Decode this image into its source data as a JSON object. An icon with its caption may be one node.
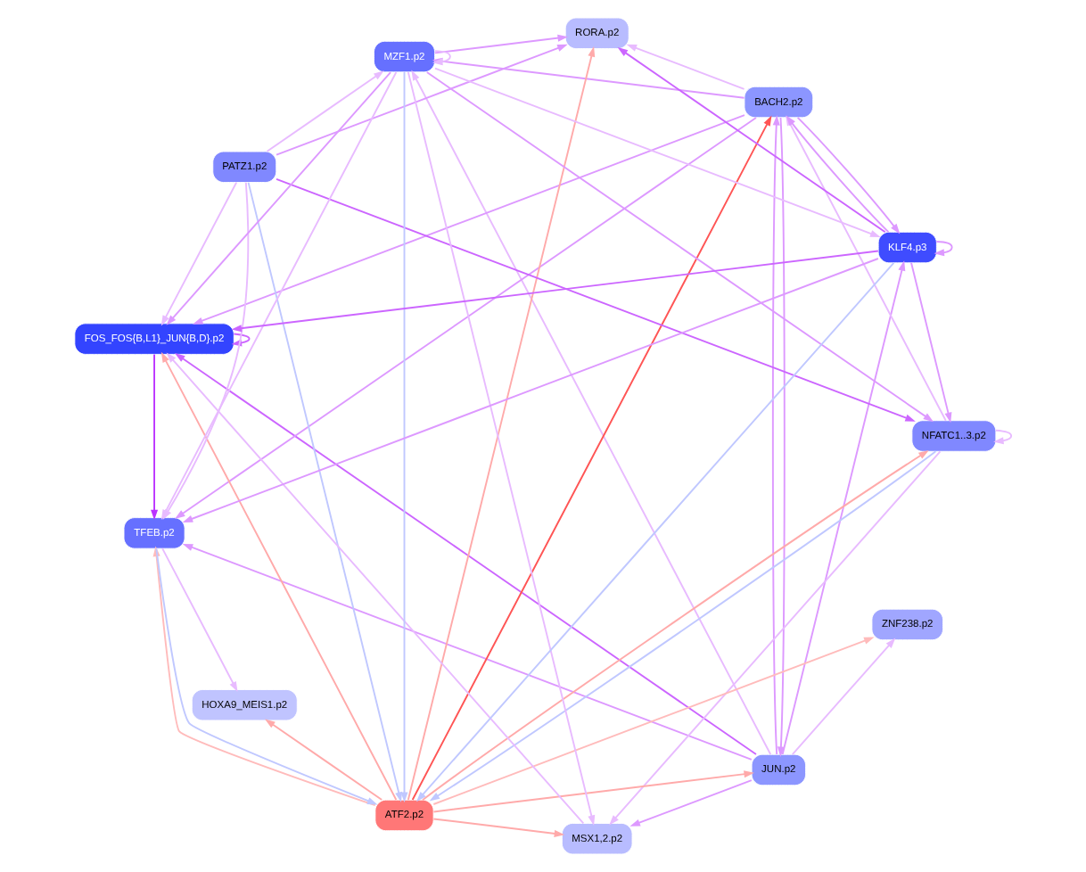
{
  "diagram": {
    "nodes": [
      {
        "text": [
          "JUN.p2"
        ]
      },
      {
        "text": [
          "BACH2.p2"
        ]
      },
      {
        "text": [
          "NFATC1..3.p2"
        ]
      },
      {
        "text": [
          "HOXA9_MEIS1.p2"
        ]
      },
      {
        "text": [
          "RORA.p2"
        ]
      },
      {
        "text": [
          "FOS_FOS{B,L1}_JUN{B,D}.p2"
        ]
      },
      {
        "text": [
          "ATF2.p2"
        ]
      },
      {
        "text": [
          "ZNF238.p2"
        ]
      },
      {
        "text": [
          "PATZ1.p2"
        ]
      },
      {
        "text": [
          "MSX1,2.p2"
        ]
      },
      {
        "text": [
          "MZF1.p2"
        ]
      },
      {
        "text": [
          "TFEB.p2"
        ]
      },
      {
        "text": [
          "KLF4.p3"
        ]
      }
    ],
    "edges": [
      {
        "from": 0,
        "to": 1,
        "arrow": "to"
      },
      {
        "from": 1,
        "to": 0,
        "arrow": "to"
      },
      {
        "from": 0,
        "to": 5,
        "arrow": "to",
        "color": "#cc66ff"
      },
      {
        "from": 0,
        "to": 9,
        "arrow": "to"
      },
      {
        "from": 0,
        "to": 11,
        "arrow": "to"
      },
      {
        "from": 0,
        "to": 12,
        "arrow": "to"
      },
      {
        "from": 0,
        "to": 10,
        "arrow": "to",
        "color": "#e8bbff"
      },
      {
        "from": 2,
        "to": 1,
        "arrow": "to",
        "color": "#e8bbff"
      },
      {
        "from": 2,
        "to": 2,
        "arrow": "to",
        "color": "#e8bbff"
      },
      {
        "from": 2,
        "to": 9,
        "arrow": "to",
        "color": "#e8bbff"
      },
      {
        "from": 2,
        "to": 6,
        "arrow": "to",
        "color": "#c0c8ff"
      },
      {
        "from": 1,
        "to": 4,
        "arrow": "to",
        "color": "#e8bbff"
      },
      {
        "from": 1,
        "to": 11,
        "arrow": "to"
      },
      {
        "from": 1,
        "to": 12,
        "arrow": "to"
      },
      {
        "from": 1,
        "to": 10,
        "arrow": "to"
      },
      {
        "from": 1,
        "to": 5,
        "arrow": "to"
      },
      {
        "from": 6,
        "to": 1,
        "arrow": "to",
        "color": "#ff5555"
      },
      {
        "from": 6,
        "to": 0,
        "arrow": "to",
        "color": "#ffaaaa"
      },
      {
        "from": 6,
        "to": 2,
        "arrow": "to",
        "color": "#ffaaaa"
      },
      {
        "from": 6,
        "to": 4,
        "arrow": "to",
        "color": "#ffaaaa"
      },
      {
        "from": 6,
        "to": 5,
        "arrow": "to",
        "color": "#ffaaaa"
      },
      {
        "from": 6,
        "to": 3,
        "arrow": "to",
        "color": "#ffaaaa"
      },
      {
        "from": 6,
        "to": 7,
        "arrow": "to",
        "color": "#ffbbbb"
      },
      {
        "from": 6,
        "to": 9,
        "arrow": "to",
        "color": "#ffaaaa"
      },
      {
        "from": 6,
        "to": 11,
        "arrow": "to",
        "color": "#ffbbbb"
      },
      {
        "from": 5,
        "to": 5,
        "arrow": "to",
        "color": "#cc66ff"
      },
      {
        "from": 5,
        "to": 11,
        "arrow": "to",
        "color": "#bb33ff"
      },
      {
        "from": 8,
        "to": 6,
        "arrow": "to",
        "color": "#c0c8ff"
      },
      {
        "from": 8,
        "to": 5,
        "arrow": "to",
        "color": "#e8bbff"
      },
      {
        "from": 8,
        "to": 2,
        "arrow": "to",
        "color": "#cc66ff"
      },
      {
        "from": 8,
        "to": 4,
        "arrow": "to"
      },
      {
        "from": 8,
        "to": 10,
        "arrow": "to",
        "color": "#e8bbff"
      },
      {
        "from": 8,
        "to": 11,
        "arrow": "to",
        "color": "#e8bbff"
      },
      {
        "from": 10,
        "to": 9,
        "arrow": "to",
        "color": "#e8bbff"
      },
      {
        "from": 10,
        "to": 10,
        "arrow": "to",
        "color": "#e8bbff"
      },
      {
        "from": 10,
        "to": 11,
        "arrow": "to",
        "color": "#e8bbff"
      },
      {
        "from": 10,
        "to": 12,
        "arrow": "to",
        "color": "#e8bbff"
      },
      {
        "from": 10,
        "to": 6,
        "arrow": "to",
        "color": "#c0c8ff"
      },
      {
        "from": 10,
        "to": 4,
        "arrow": "to"
      },
      {
        "from": 10,
        "to": 2,
        "arrow": "to"
      },
      {
        "from": 10,
        "to": 5,
        "arrow": "to"
      },
      {
        "from": 12,
        "to": 11,
        "arrow": "to"
      },
      {
        "from": 12,
        "to": 12,
        "arrow": "to"
      },
      {
        "from": 12,
        "to": 6,
        "arrow": "to",
        "color": "#c0c8ff"
      },
      {
        "from": 12,
        "to": 2,
        "arrow": "to"
      },
      {
        "from": 12,
        "to": 4,
        "arrow": "to",
        "color": "#cc66ff"
      },
      {
        "from": 12,
        "to": 5,
        "arrow": "to",
        "color": "#cc66ff"
      },
      {
        "from": 12,
        "to": 1,
        "arrow": "to"
      },
      {
        "from": 11,
        "to": 6,
        "arrow": "to",
        "color": "#c0c8ff"
      },
      {
        "from": 11,
        "to": 3,
        "arrow": "to",
        "color": "#e8bbff"
      },
      {
        "from": 0,
        "to": 7,
        "arrow": "to",
        "color": "#e8bbff"
      },
      {
        "from": 9,
        "to": 5,
        "arrow": "to",
        "color": "#e8bbff"
      }
    ]
  }
}
